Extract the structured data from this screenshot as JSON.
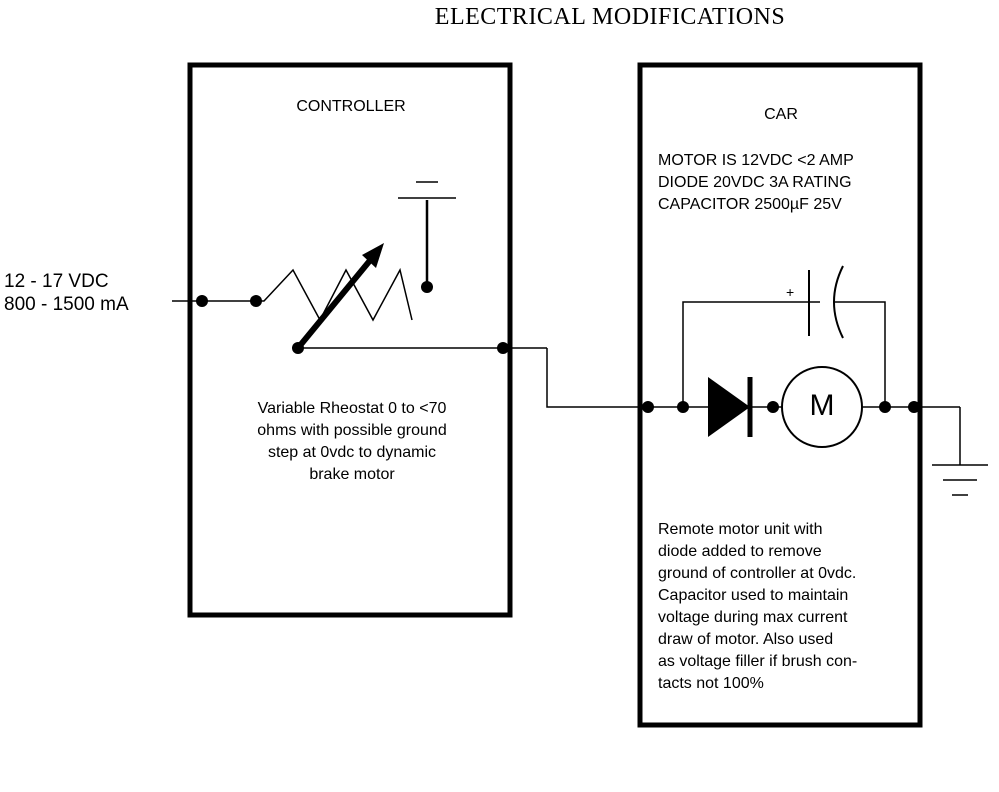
{
  "title": "ELECTRICAL MODIFICATIONS",
  "supply": {
    "voltage": "12 - 17 VDC",
    "current": "800 - 1500 mA"
  },
  "controller": {
    "label": "CONTROLLER",
    "rheostat_note": [
      "Variable Rheostat 0 to <70",
      "ohms with possible  ground",
      "step at 0vdc to dynamic",
      "brake motor"
    ]
  },
  "car": {
    "label": "CAR",
    "specs": [
      "MOTOR IS 12VDC <2 AMP",
      "DIODE 20VDC 3A RATING",
      "CAPACITOR 2500µF 25V"
    ],
    "note": [
      "Remote motor unit with",
      "diode added to remove",
      "ground of controller at 0vdc.",
      "Capacitor used to maintain",
      "voltage during max current",
      "draw of motor.  Also used",
      "as voltage filler if brush con-",
      "tacts not 100%"
    ],
    "motor_symbol": "M",
    "capacitor_polarity": "+"
  },
  "ground_symbol": "-"
}
